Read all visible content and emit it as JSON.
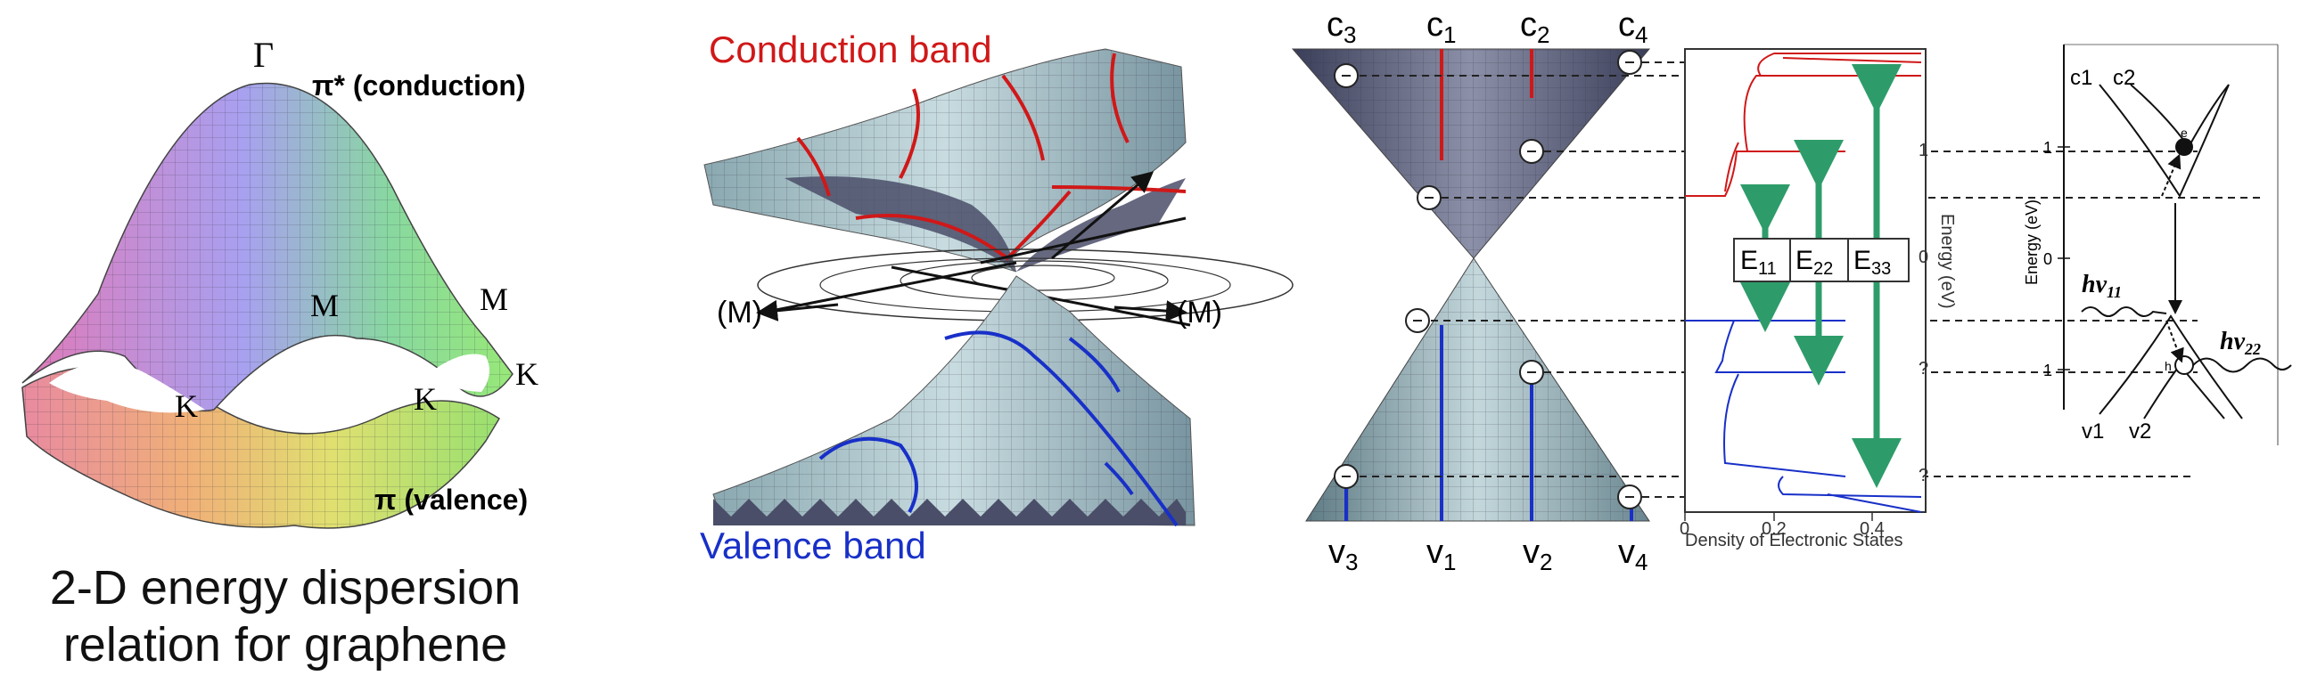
{
  "panel1": {
    "gamma": "Γ",
    "pi_star": "π* (conduction)",
    "pi": "π (valence)",
    "m1": "M",
    "m2": "M",
    "k1": "K",
    "k2": "K",
    "k3": "K",
    "caption_line1": "2-D energy dispersion",
    "caption_line2": "relation for graphene"
  },
  "panel2": {
    "conduction": "Conduction band",
    "valence": "Valence band",
    "m_left": "(M)",
    "m_right": "(M)",
    "colors": {
      "conduction": "#d01818",
      "valence": "#1830c8"
    }
  },
  "panel3": {
    "top_labels": [
      {
        "base": "c",
        "sub": "3"
      },
      {
        "base": "c",
        "sub": "1"
      },
      {
        "base": "c",
        "sub": "2"
      },
      {
        "base": "c",
        "sub": "4"
      }
    ],
    "bottom_labels": [
      {
        "base": "v",
        "sub": "3"
      },
      {
        "base": "v",
        "sub": "1"
      },
      {
        "base": "v",
        "sub": "2"
      },
      {
        "base": "v",
        "sub": "4"
      }
    ],
    "transitions": [
      {
        "base": "E",
        "sub": "11"
      },
      {
        "base": "E",
        "sub": "22"
      },
      {
        "base": "E",
        "sub": "33"
      }
    ],
    "x_axis_label": "Density of Electronic States",
    "x_ticks": [
      "0",
      "0.2",
      "0.4"
    ],
    "y_axis_label": "Energy (eV)",
    "y_ticks": [
      "1",
      "0",
      "?",
      "?"
    ],
    "colors": {
      "conduction": "#d01818",
      "valence": "#1830c8",
      "arrow": "#2e9c6a"
    }
  },
  "panel4": {
    "c1": "c1",
    "c2": "c2",
    "v1": "v1",
    "v2": "v2",
    "y_axis_label": "Energy (eV)",
    "y_ticks": [
      "1",
      "0",
      "1"
    ],
    "electron": "e",
    "hole": "h",
    "hv11_base": "hν",
    "hv11_sub": "11",
    "hv22_base": "hν",
    "hv22_sub": "22"
  }
}
